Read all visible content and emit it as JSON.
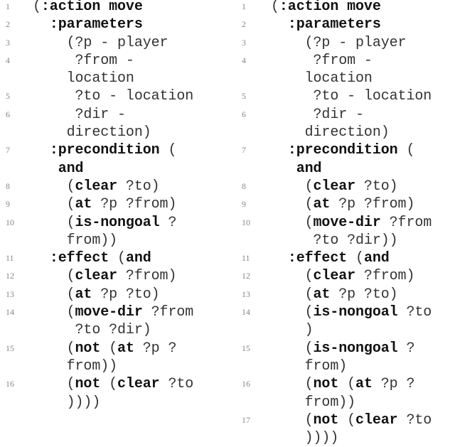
{
  "panels": [
    {
      "name": "left",
      "rows": [
        {
          "n": "1",
          "html": "(<b>:action move</b>"
        },
        {
          "n": "2",
          "html": "  <b>:parameters</b>"
        },
        {
          "n": "3",
          "html": "    (?p - player"
        },
        {
          "n": "4",
          "html": "     ?from -"
        },
        {
          "n": "",
          "html": "    location"
        },
        {
          "n": "5",
          "html": "     ?to - location"
        },
        {
          "n": "6",
          "html": "     ?dir -"
        },
        {
          "n": "",
          "html": "    direction)"
        },
        {
          "n": "7",
          "html": "  <b>:precondition</b> ("
        },
        {
          "n": "",
          "html": "   <b>and</b>"
        },
        {
          "n": "8",
          "html": "    (<b>clear</b> ?to)"
        },
        {
          "n": "9",
          "html": "    (<b>at</b> ?p ?from)"
        },
        {
          "n": "10",
          "html": "    (<b>is-nongoal</b> ?"
        },
        {
          "n": "",
          "html": "    from))"
        },
        {
          "n": "11",
          "html": "  <b>:effect</b> (<b>and</b>"
        },
        {
          "n": "12",
          "html": "    (<b>clear</b> ?from)"
        },
        {
          "n": "13",
          "html": "    (<b>at</b> ?p ?to)"
        },
        {
          "n": "14",
          "html": "    (<b>move-dir</b> ?from"
        },
        {
          "n": "",
          "html": "     ?to ?dir)"
        },
        {
          "n": "15",
          "html": "    (<b>not</b> (<b>at</b> ?p ?"
        },
        {
          "n": "",
          "html": "    from))"
        },
        {
          "n": "16",
          "html": "    (<b>not</b> (<b>clear</b> ?to"
        },
        {
          "n": "",
          "html": "    ))))"
        }
      ]
    },
    {
      "name": "right",
      "rows": [
        {
          "n": "1",
          "html": "(<b>:action move</b>"
        },
        {
          "n": "2",
          "html": "  <b>:parameters</b>"
        },
        {
          "n": "3",
          "html": "    (?p - player"
        },
        {
          "n": "4",
          "html": "     ?from -"
        },
        {
          "n": "",
          "html": "    location"
        },
        {
          "n": "5",
          "html": "     ?to - location"
        },
        {
          "n": "6",
          "html": "     ?dir -"
        },
        {
          "n": "",
          "html": "    direction)"
        },
        {
          "n": "7",
          "html": "  <b>:precondition</b> ("
        },
        {
          "n": "",
          "html": "   <b>and</b>"
        },
        {
          "n": "8",
          "html": "    (<b>clear</b> ?to)"
        },
        {
          "n": "9",
          "html": "    (<b>at</b> ?p ?from)"
        },
        {
          "n": "10",
          "html": "    (<b>move-dir</b> ?from"
        },
        {
          "n": "",
          "html": "     ?to ?dir))"
        },
        {
          "n": "11",
          "html": "  <b>:effect</b> (<b>and</b>"
        },
        {
          "n": "12",
          "html": "    (<b>clear</b> ?from)"
        },
        {
          "n": "13",
          "html": "    (<b>at</b> ?p ?to)"
        },
        {
          "n": "14",
          "html": "    (<b>is-nongoal</b> ?to"
        },
        {
          "n": "",
          "html": "    )"
        },
        {
          "n": "15",
          "html": "    (<b>is-nongoal</b> ?"
        },
        {
          "n": "",
          "html": "    from)"
        },
        {
          "n": "16",
          "html": "    (<b>not</b> (<b>at</b> ?p ?"
        },
        {
          "n": "",
          "html": "    from))"
        },
        {
          "n": "17",
          "html": "    (<b>not</b> (<b>clear</b> ?to"
        },
        {
          "n": "",
          "html": "    ))))"
        }
      ]
    }
  ]
}
